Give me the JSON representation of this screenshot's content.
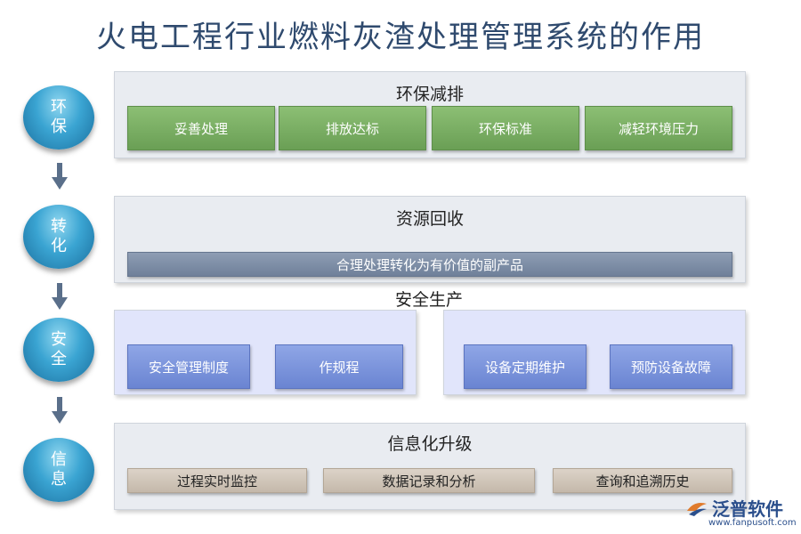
{
  "title": "火电工程行业燃料灰渣处理管理系统的作用",
  "steps": [
    {
      "label": "环保"
    },
    {
      "label": "转化"
    },
    {
      "label": "安全"
    },
    {
      "label": "信息"
    }
  ],
  "sections": {
    "env": {
      "title": "环保减排",
      "items": [
        "妥善处理",
        "排放达标",
        "环保标准",
        "减轻环境压力"
      ]
    },
    "recycle": {
      "title": "资源回收",
      "bar": "合理处理转化为有价值的副产品"
    },
    "safety": {
      "title": "安全生产",
      "items": [
        "安全管理制度",
        "作规程",
        "设备定期维护",
        "预防设备故障"
      ]
    },
    "info": {
      "title": "信息化升级",
      "items": [
        "过程实时监控",
        "数据记录和分析",
        "查询和追溯历史"
      ]
    }
  },
  "logo": {
    "name": "泛普软件",
    "url": "www.fanpusoft.com"
  }
}
